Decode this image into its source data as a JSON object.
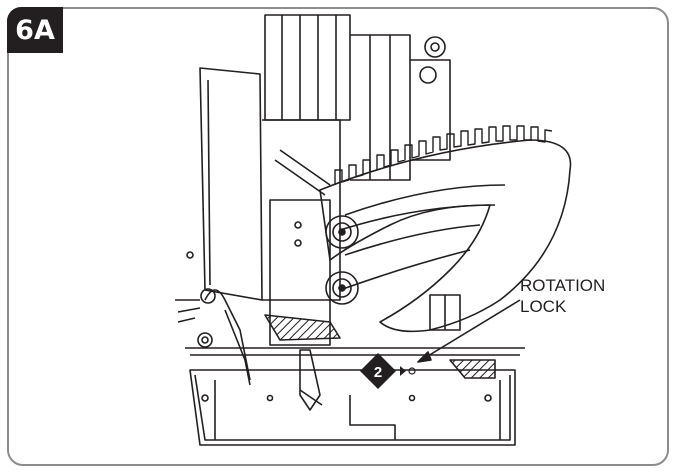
{
  "figure": {
    "label": "6A",
    "callout_line1": "ROTATION",
    "callout_line2": "LOCK",
    "step_number": "2"
  },
  "colors": {
    "frame_border": "#8c8c8c",
    "line": "#231f20",
    "badge": "#231f20"
  }
}
